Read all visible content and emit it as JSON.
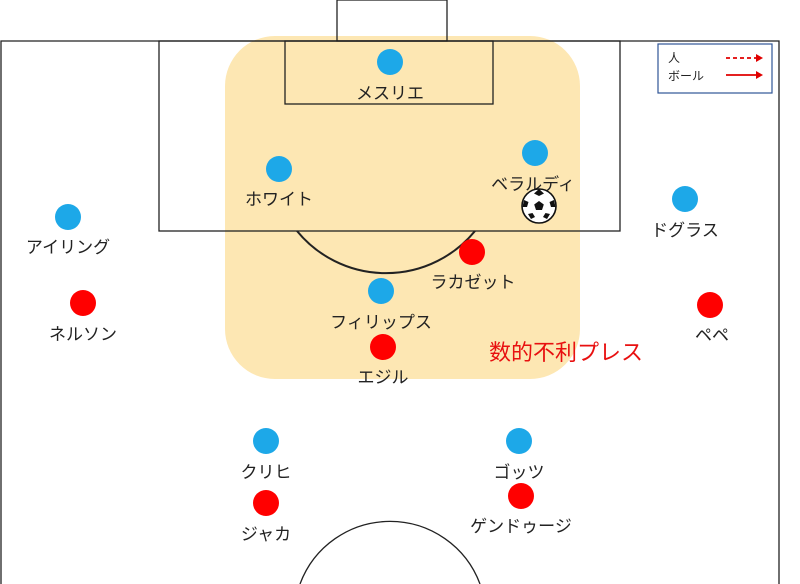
{
  "colors": {
    "blue_team": "#1da8e8",
    "red_team": "#ff0000",
    "press_zone": "#fde7b3",
    "annotation": "#e81010",
    "lines": "#222222",
    "arrows": "#e00000"
  },
  "annotation": {
    "text": "数的不利プレス"
  },
  "legend": {
    "person_label": "人",
    "ball_label": "ボール",
    "person_line_style": "dashed",
    "ball_line_style": "solid"
  },
  "ball": {
    "icon": "soccer-ball-icon"
  },
  "players": {
    "blue": [
      {
        "name": "メスリエ"
      },
      {
        "name": "ホワイト"
      },
      {
        "name": "ベラルディ"
      },
      {
        "name": "アイリング"
      },
      {
        "name": "ドグラス"
      },
      {
        "name": "フィリップス"
      },
      {
        "name": "クリヒ"
      },
      {
        "name": "ゴッツ"
      }
    ],
    "red": [
      {
        "name": "ラカゼット"
      },
      {
        "name": "ネルソン"
      },
      {
        "name": "ペペ"
      },
      {
        "name": "エジル"
      },
      {
        "name": "ジャカ"
      },
      {
        "name": "ゲンドゥージ"
      }
    ]
  }
}
